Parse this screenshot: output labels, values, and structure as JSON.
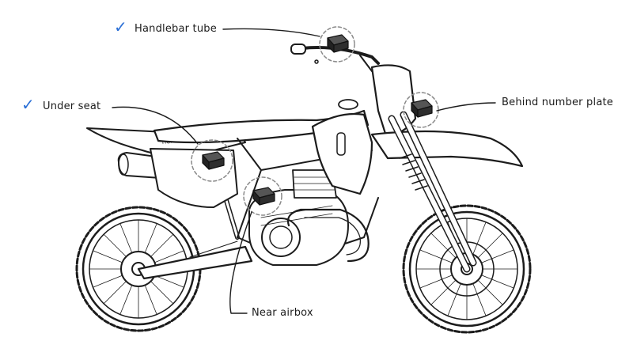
{
  "colors": {
    "check": "#2a6fd6",
    "ink": "#1c1c1c",
    "device": "#2a2a2a",
    "callout_circle": "#8a8a8a"
  },
  "icons": {
    "check": "check-icon",
    "device": "gps-tracker-icon"
  },
  "labels": {
    "handlebar": {
      "text": "Handlebar tube",
      "checked": true
    },
    "under_seat": {
      "text": "Under seat",
      "checked": true
    },
    "behind_plate": {
      "text": "Behind number plate",
      "checked": false
    },
    "near_airbox": {
      "text": "Near airbox",
      "checked": false
    }
  }
}
